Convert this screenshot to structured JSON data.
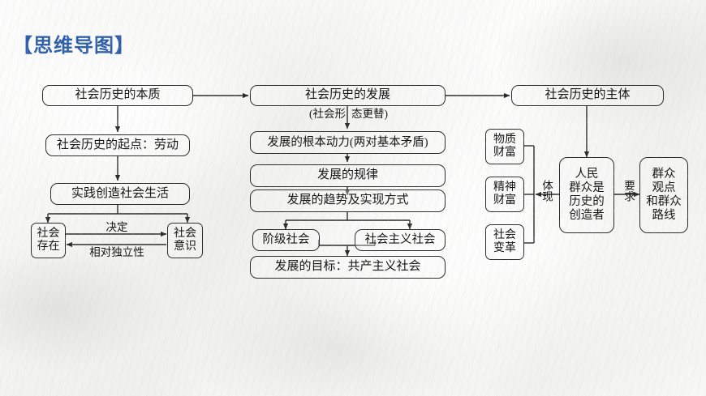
{
  "page": {
    "title": "【思维导图】",
    "title_color": "#2f5fa8",
    "background": "#f1f1ef",
    "line_color": "#2b2b2b"
  },
  "nodes": {
    "essence": "社会历史的本质",
    "origin": "社会历史的起点：劳动",
    "practice": "实践创造社会生活",
    "social_being": "社\n存在",
    "social_consciousness": "社\n意识",
    "social_being_text": "社会\n存在",
    "social_consciousness_text": "社会\n意识",
    "development": "社会历史的发展",
    "fundamental_power": "发展的根本动力(两对基本矛盾)",
    "law": "发展的规律",
    "trend": "发展的趋势及实现方式",
    "class_society": "阶级社会",
    "socialist_society": "社会主义社会",
    "goal": "发展的目标：共产主义社会",
    "subject": "社会历史的主体",
    "material_wealth": "物质\n财富",
    "spiritual_wealth": "精神\n财富",
    "social_reform": "社会\n变革",
    "creator": "人民\n群众是\n历史的\n创造者",
    "mass_line": "群众\n观点\n和群众\n路线"
  },
  "labels": {
    "form_replacement_left": "(社会形",
    "form_replacement_right": "态更替)",
    "determines": "决定",
    "relative_independence": "相对独立性",
    "embodies": "体现",
    "requires": "要求"
  }
}
